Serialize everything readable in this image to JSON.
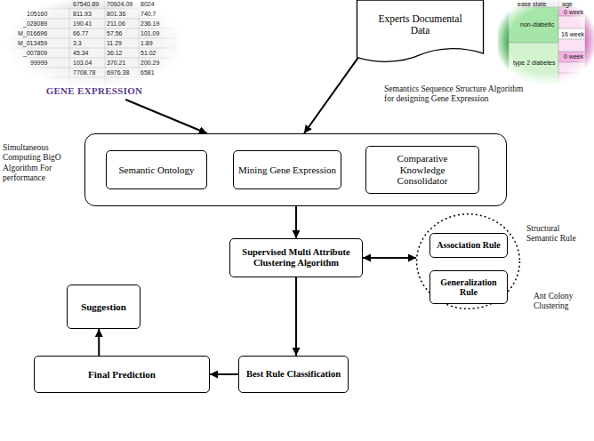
{
  "diagram": {
    "nodes": [
      {
        "text": [
          "GENE EXPRESSION"
        ]
      },
      {
        "text": [
          "Experts Documental Data"
        ]
      },
      {
        "text": [
          "Simultaneous Computing BigO Algorithm For performance"
        ]
      },
      {
        "text": [
          "Semantic Ontology"
        ],
        "in": 2
      },
      {
        "text": [
          "Mining Gene Expression"
        ],
        "in": 2
      },
      {
        "text": [
          "Comparative Knowledge Consolidator"
        ],
        "in": 2
      },
      {
        "text": [
          "Supervised Multi Attribute Clustering Algorithm"
        ]
      },
      {
        "text": [
          "Structural Semantic Rule",
          "Ant Colony Clustering"
        ]
      },
      {
        "text": [
          "Association Rule"
        ],
        "in": 7
      },
      {
        "text": [
          "Generalization Rule"
        ],
        "in": 7
      },
      {
        "text": [
          "Best Rule Classification"
        ]
      },
      {
        "text": [
          "Final Prediction"
        ]
      },
      {
        "text": [
          "Suggestion"
        ]
      }
    ],
    "edges": [
      {
        "from": 0,
        "to": 2,
        "arrow": "to"
      },
      {
        "from": 1,
        "to": 2,
        "arrow": "to"
      },
      {
        "from": 2,
        "to": 6,
        "arrow": "to"
      },
      {
        "from": 6,
        "to": 7,
        "arrow": "both"
      },
      {
        "from": 6,
        "to": 10,
        "arrow": "to"
      },
      {
        "from": 10,
        "to": 11,
        "arrow": "to"
      },
      {
        "from": 11,
        "to": 12,
        "arrow": "to"
      }
    ],
    "labels": [
      "Semantics Sequence Structure Algorithm for designing Gene Expression",
      "67540.89",
      "70924.09",
      "8024",
      "105160",
      "811.93",
      "801.36",
      "740.7",
      "_028089",
      "190.41",
      "211.06",
      "236.19",
      "M_016696",
      "66.77",
      "57.56",
      "101.09",
      "M_013459",
      "3.3",
      "11.29",
      "1.89",
      "_007809",
      "45.34",
      "36.12",
      "51.02",
      "99999",
      "103.04",
      "370.21",
      "200.29",
      "7708.78",
      "6976.38",
      "6581",
      "ease state",
      "age",
      "0 week",
      "non-diabetic",
      "16 week",
      "0 week",
      "type 2 diabetes"
    ]
  }
}
